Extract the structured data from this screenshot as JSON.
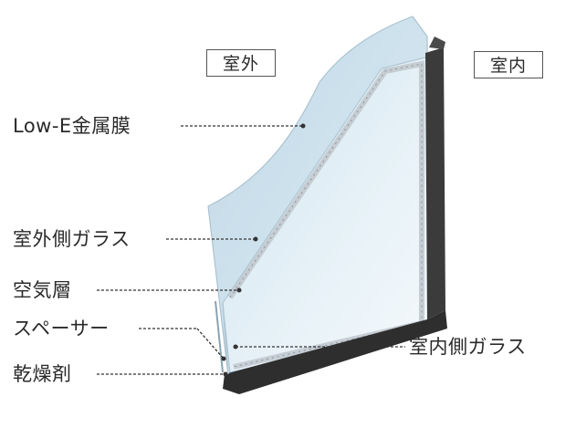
{
  "diagram": {
    "side_labels": {
      "outdoor": "室外",
      "indoor": "室内"
    },
    "callouts": {
      "low_e_film": "Low-E金属膜",
      "outer_glass": "室外側ガラス",
      "air_layer": "空気層",
      "spacer": "スペーサー",
      "desiccant": "乾燥剤",
      "inner_glass": "室内側ガラス"
    }
  }
}
